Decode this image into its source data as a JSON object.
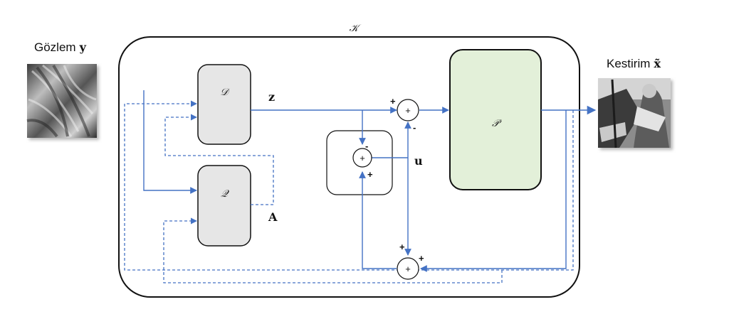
{
  "observation": {
    "label": "Gözlem",
    "symbol": "y"
  },
  "estimate": {
    "label": "Kestirim",
    "symbol": "x̃"
  },
  "outer_block": {
    "symbol": "𝒦"
  },
  "block_d": {
    "symbol": "𝒟"
  },
  "block_q": {
    "symbol": "𝒬"
  },
  "block_p": {
    "symbol": "𝒫",
    "fill": "#e3f0d9"
  },
  "signals": {
    "z": "z",
    "u": "u",
    "a": "A"
  },
  "summers": {
    "top": {
      "symbol": "+",
      "in_left": "+",
      "in_bottom": "-"
    },
    "middle": {
      "symbol": "+",
      "in_top": "-",
      "in_bottom": "+"
    },
    "bottom": {
      "symbol": "+",
      "in_top": "+",
      "in_right": "+"
    }
  },
  "colors": {
    "signal": "#4472c4",
    "block_gray": "#e6e6e6",
    "outline": "#111111"
  }
}
